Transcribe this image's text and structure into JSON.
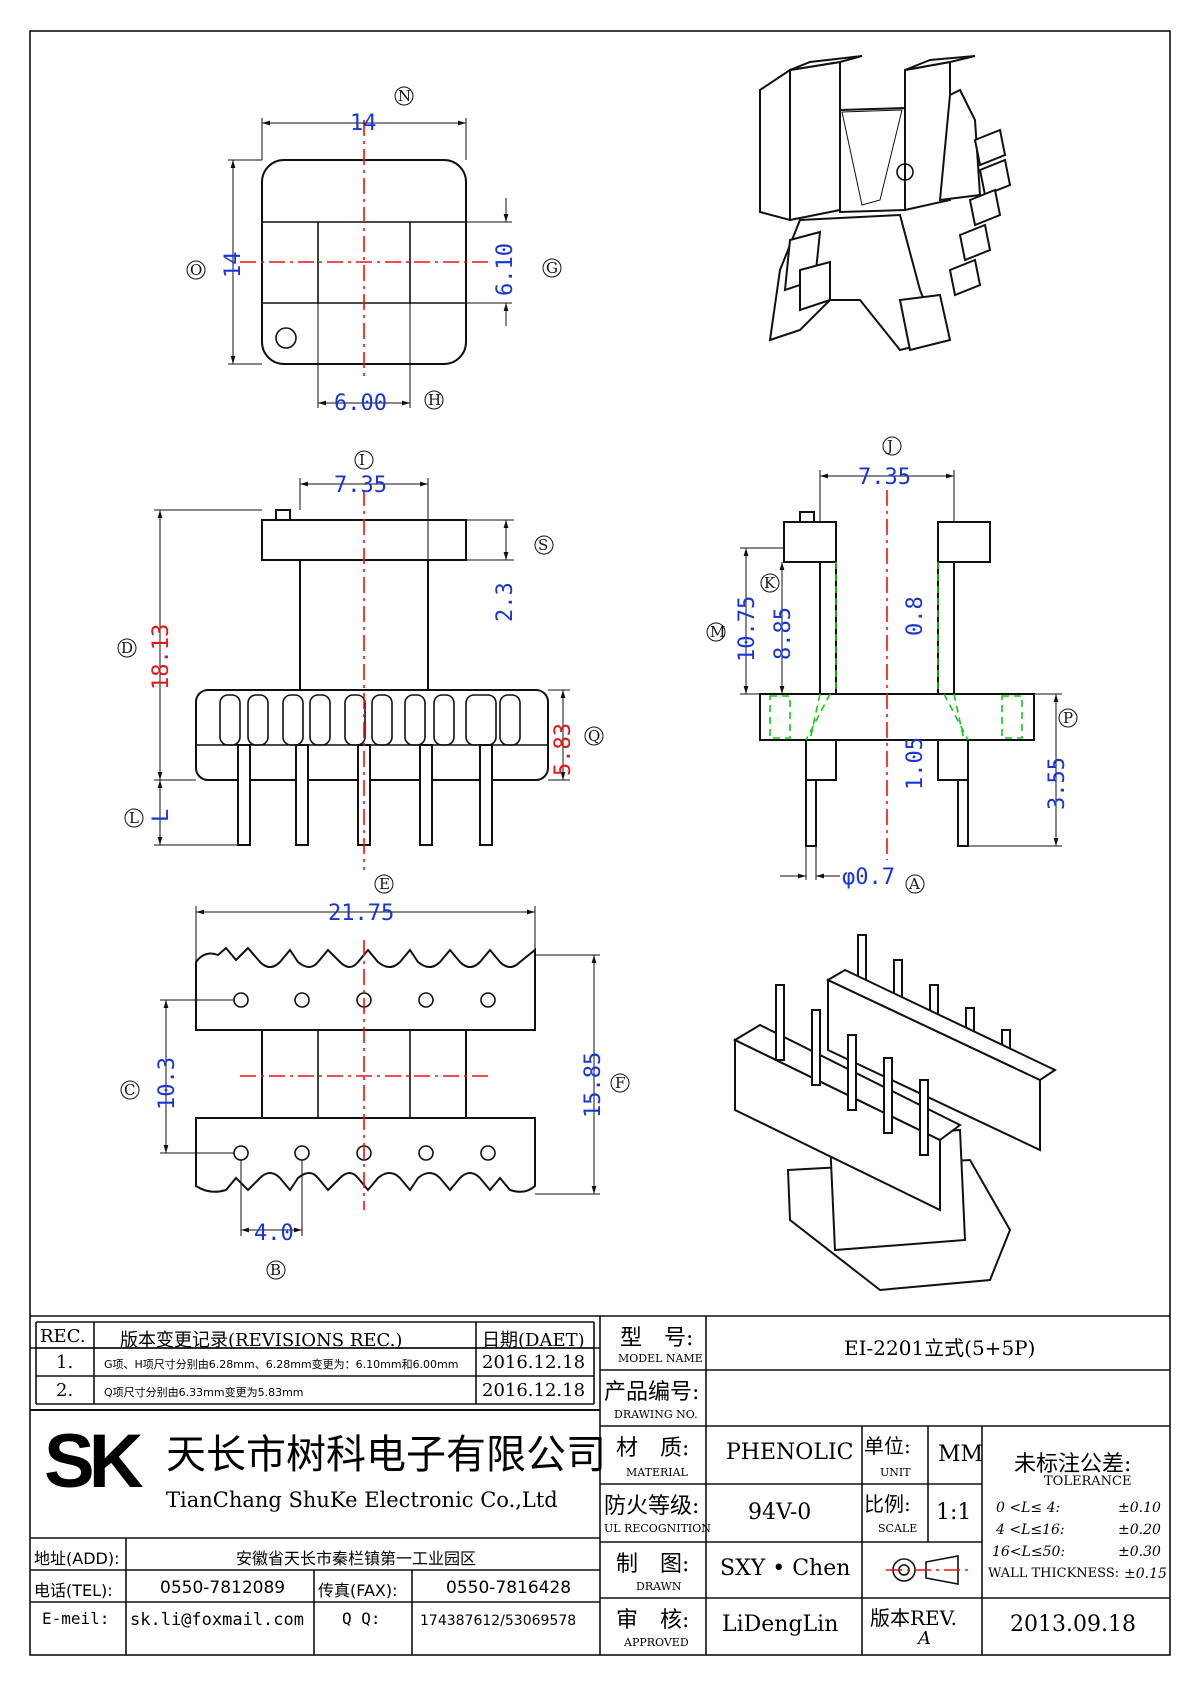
{
  "views": {
    "top": {
      "labels": [
        "N",
        "O",
        "G",
        "H"
      ],
      "dims": [
        "14",
        "14",
        "6.10",
        "6.00"
      ]
    },
    "front": {
      "labels": [
        "I",
        "S",
        "D",
        "Q",
        "L"
      ],
      "dims": [
        "7.35",
        "2.3",
        "18.13",
        "5.83",
        "L"
      ]
    },
    "side": {
      "labels": [
        "J",
        "K",
        "M",
        "P",
        "A"
      ],
      "dims": [
        "7.35",
        "10.75",
        "8.85",
        "0.8",
        "1.05",
        "3.55",
        "φ0.7"
      ]
    },
    "bottom": {
      "labels": [
        "E",
        "C",
        "F",
        "B"
      ],
      "dims": [
        "21.75",
        "10.3",
        "15.85",
        "4.0"
      ]
    }
  },
  "title_block": {
    "rev_header": {
      "rev": "REC.",
      "desc": "版本变更记录(REVISIONS REC.)",
      "date": "日期(DAET)"
    },
    "revisions": [
      {
        "no": "1.",
        "desc": "G项、H项尺寸分别由6.28mm、6.28mm变更为：6.10mm和6.00mm",
        "date": "2016.12.18"
      },
      {
        "no": "2.",
        "desc": "Q项尺寸分别由6.33mm变更为5.83mm",
        "date": "2016.12.18"
      }
    ],
    "company": {
      "logo": "SK",
      "name_cn": "天长市树科电子有限公司",
      "name_en": "TianChang ShuKe Electronic Co.,Ltd"
    },
    "contact": {
      "addr_label": "地址(ADD):",
      "addr": "安徽省天长市秦栏镇第一工业园区",
      "tel_label": "电话(TEL):",
      "tel": "0550-7812089",
      "fax_label": "传真(FAX):",
      "fax": "0550-7816428",
      "mail_label": "E-meil:",
      "mail": "sk.li@foxmail.com",
      "qq_label": "Q Q:",
      "qq": "174387612/53069578"
    },
    "model": {
      "label_cn": "型　号:",
      "label_en": "MODEL NAME",
      "value": "EI-2201立式(5+5P)"
    },
    "drawing_no": {
      "label_cn": "产品编号:",
      "label_en": "DRAWING NO.",
      "value": ""
    },
    "material": {
      "label_cn": "材　质:",
      "label_en": "MATERIAL",
      "value": "PHENOLIC"
    },
    "unit": {
      "label_cn": "单位:",
      "label_en": "UNIT",
      "value": "MM"
    },
    "ul": {
      "label_cn": "防火等级:",
      "label_en": "UL RECOGNITION",
      "value": "94V-0"
    },
    "scale": {
      "label_cn": "比例:",
      "label_en": "SCALE",
      "value": "1:1"
    },
    "drawn": {
      "label_cn": "制　图:",
      "label_en": "DRAWN",
      "value": "SXY • Chen"
    },
    "approved": {
      "label_cn": "审　核:",
      "label_en": "APPROVED",
      "value": "LiDengLin"
    },
    "rev": {
      "label": "版本REV.",
      "value": "A"
    },
    "date": "2013.09.18",
    "tolerance": {
      "title_cn": "未标注公差:",
      "title_en": "TOLERANCE",
      "rows": [
        {
          "range": "0 <L≤ 4:",
          "tol": "±0.10"
        },
        {
          "range": "4 <L≤16:",
          "tol": "±0.20"
        },
        {
          "range": "16<L≤50:",
          "tol": "±0.30"
        },
        {
          "range": "WALL THICKNESS:",
          "tol": "±0.15"
        }
      ]
    }
  }
}
